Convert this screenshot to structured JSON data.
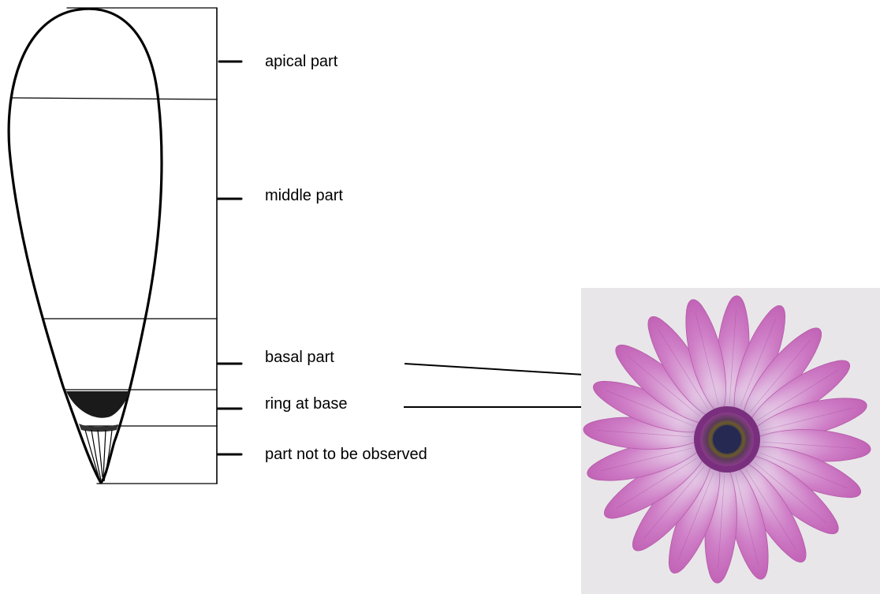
{
  "labels": {
    "apical": "apical part",
    "middle": "middle part",
    "basal": "basal part",
    "ring": "ring at base",
    "not_observed": "part not to be observed"
  },
  "colors": {
    "ink": "#000000",
    "photo_background": "#e9e6e9",
    "petal": "#c86cbc",
    "petal_light": "#e4c9e6",
    "petal_vein": "#a8489c",
    "center_ring": "#7a2f7e",
    "disc": "#2d2f55",
    "anthers": "#6b5a2a"
  },
  "icons": {
    "petal_drawing": "petal-outline-illustration",
    "flower_photo": "osteospermum-flower-photo"
  }
}
